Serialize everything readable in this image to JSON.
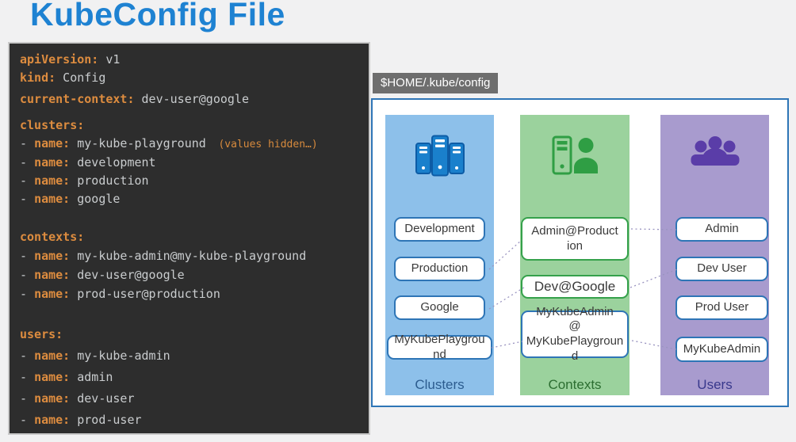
{
  "title": "KubeConfig File",
  "config_path_label": "$HOME/.kube/config",
  "code": {
    "sections": [
      {
        "id": "head",
        "lines": [
          {
            "key": "apiVersion",
            "value": "v1"
          },
          {
            "key": "kind",
            "value": "Config"
          }
        ]
      },
      {
        "id": "current",
        "lines": [
          {
            "key": "current-context",
            "value": "dev-user@google"
          }
        ]
      },
      {
        "id": "clusters",
        "lines": [
          {
            "key": "clusters"
          },
          {
            "dash": true,
            "key": "name",
            "value": "my-kube-playground",
            "note": "(values hidden…)"
          },
          {
            "dash": true,
            "key": "name",
            "value": "development"
          },
          {
            "dash": true,
            "key": "name",
            "value": "production"
          },
          {
            "dash": true,
            "key": "name",
            "value": "google"
          }
        ]
      },
      {
        "id": "contexts",
        "lines": [
          {
            "key": "contexts"
          },
          {
            "dash": true,
            "key": "name",
            "value": "my-kube-admin@my-kube-playground"
          },
          {
            "dash": true,
            "key": "name",
            "value": "dev-user@google"
          },
          {
            "dash": true,
            "key": "name",
            "value": "prod-user@production"
          }
        ]
      },
      {
        "id": "users",
        "lines": [
          {
            "key": "users"
          },
          {
            "dash": true,
            "key": "name",
            "value": "my-kube-admin"
          },
          {
            "dash": true,
            "key": "name",
            "value": "admin"
          },
          {
            "dash": true,
            "key": "name",
            "value": "dev-user"
          },
          {
            "dash": true,
            "key": "name",
            "value": "prod-user"
          }
        ]
      }
    ]
  },
  "diagram": {
    "columns": [
      {
        "id": "clusters",
        "label": "Clusters",
        "icon": "server-cluster-icon",
        "boxes": [
          "Development",
          "Production",
          "Google",
          "MyKubePlayground"
        ]
      },
      {
        "id": "contexts",
        "label": "Contexts",
        "icon": "server-user-icon",
        "boxes": [
          "Admin@Production",
          "Dev@Google",
          "MyKubeAdmin\n@\nMyKubePlayground"
        ]
      },
      {
        "id": "users",
        "label": "Users",
        "icon": "user-group-icon",
        "boxes": [
          "Admin",
          "Dev User",
          "Prod User",
          "MyKubeAdmin"
        ]
      }
    ],
    "connections": [
      {
        "from": "Production",
        "to": "Admin@Production"
      },
      {
        "from": "Google",
        "to": "Dev@Google"
      },
      {
        "from": "MyKubePlayground",
        "to": "MyKubeAdmin@MyKubePlayground"
      },
      {
        "from": "Admin@Production",
        "to": "Admin"
      },
      {
        "from": "Dev@Google",
        "to": "Dev User"
      },
      {
        "from": "MyKubeAdmin@MyKubePlayground",
        "to": "MyKubeAdmin"
      }
    ]
  },
  "colors": {
    "title_blue": "#1e82d2",
    "code_background": "#2d2d2d",
    "code_key_orange": "#dd8c3f",
    "code_value_gray": "#c9ccce",
    "path_label_gray": "#6e6e6e",
    "diagram_border_blue": "#2e75b6",
    "clusters_column_blue": "#8dc0ea",
    "contexts_column_green": "#9bd29d",
    "users_column_purple": "#a89bce",
    "context_box_border_green": "#35a14b",
    "connector_gray": "#9a94c0"
  }
}
